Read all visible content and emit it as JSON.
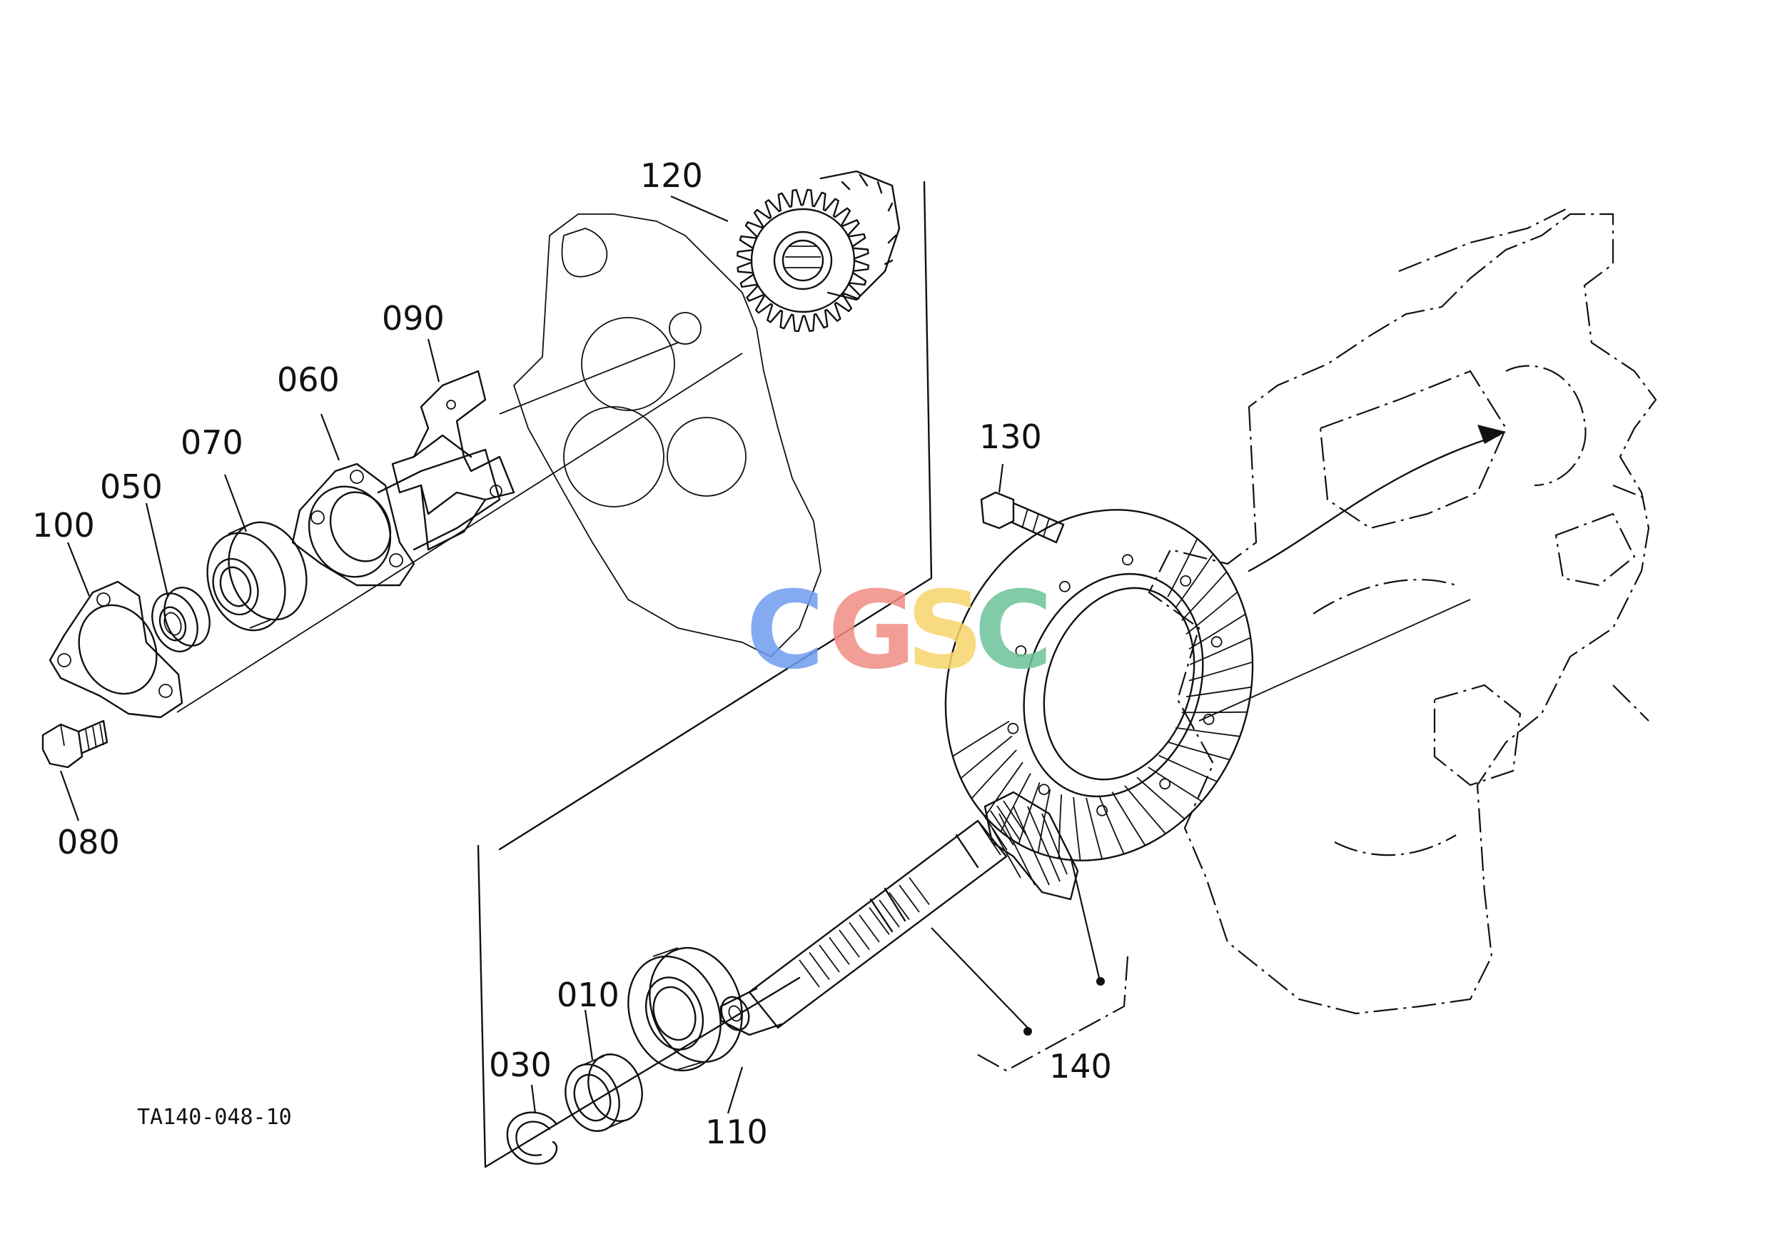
{
  "figure": {
    "reference_code": "TA140-048-10",
    "part_labels": {
      "p010": "010",
      "p030": "030",
      "p050": "050",
      "p060": "060",
      "p070": "070",
      "p080": "080",
      "p090": "090",
      "p100": "100",
      "p110": "110",
      "p120": "120",
      "p130": "130",
      "p140": "140"
    }
  },
  "watermark": {
    "letters": [
      "C",
      "G",
      "S",
      "C"
    ],
    "colors": [
      "#6f9cf0",
      "#f08c84",
      "#f7d46a",
      "#6cc39a"
    ]
  }
}
